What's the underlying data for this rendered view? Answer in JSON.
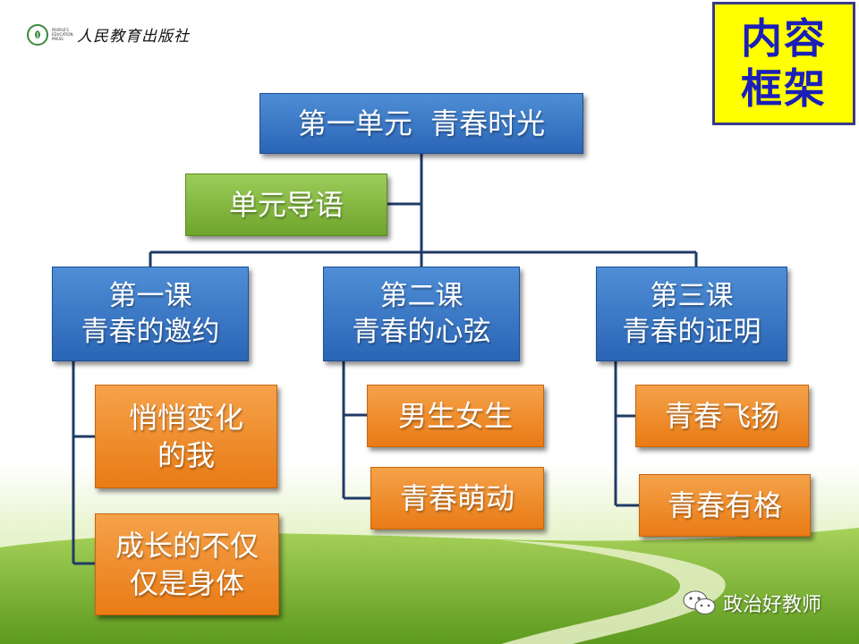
{
  "logo": {
    "small_text": "PEOPLE'S EDUCATION PRESS",
    "text": "人民教育出版社"
  },
  "frame_label": {
    "line1": "内容",
    "line2": "框架"
  },
  "unit": {
    "title": "第一单元  青春时光"
  },
  "intro": {
    "label": "单元导语"
  },
  "lessons": [
    {
      "number": "第一课",
      "title": "青春的邀约",
      "topics": [
        [
          "悄悄变化",
          "的我"
        ],
        [
          "成长的不仅",
          "仅是身体"
        ]
      ]
    },
    {
      "number": "第二课",
      "title": "青春的心弦",
      "topics": [
        [
          "男生女生"
        ],
        [
          "青春萌动"
        ]
      ]
    },
    {
      "number": "第三课",
      "title": "青春的证明",
      "topics": [
        [
          "青春飞扬"
        ],
        [
          "青春有格"
        ]
      ]
    }
  ],
  "watermark": {
    "text": "政治好教师"
  },
  "colors": {
    "blue": "#2a65b6",
    "green": "#6ea42c",
    "orange": "#e97b15",
    "label_bg": "#ffff00",
    "label_text": "#1b1fb8",
    "connector": "#1f3b66"
  }
}
